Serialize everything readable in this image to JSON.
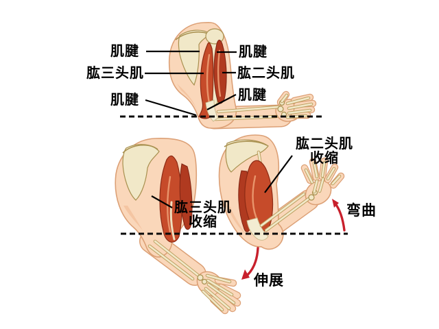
{
  "colors": {
    "background": "#ffffff",
    "skin": "#FAD7BA",
    "skin_outline": "#DCA076",
    "bone": "#F1E8C8",
    "bone_outline": "#A8904F",
    "muscle_red": "#C64B2A",
    "muscle_dark_red": "#8C2A14",
    "muscle_highlight": "#E8946B",
    "arrow_red": "#C8202C",
    "label_text": "#000000"
  },
  "top_diagram": {
    "left_labels": [
      {
        "label": "肌腱"
      },
      {
        "label": "肱三头肌"
      },
      {
        "label": "肌腱"
      }
    ],
    "right_labels": [
      {
        "label": "肌腱"
      },
      {
        "label": "肱二头肌"
      },
      {
        "label": "肌腱"
      }
    ]
  },
  "bottom_left_diagram": {
    "muscle_label_line1": "肱三头肌",
    "muscle_label_line2": "收缩",
    "action_label": "伸展"
  },
  "bottom_right_diagram": {
    "muscle_label_line1": "肱二头肌",
    "muscle_label_line2": "收缩",
    "action_label": "弯曲"
  }
}
